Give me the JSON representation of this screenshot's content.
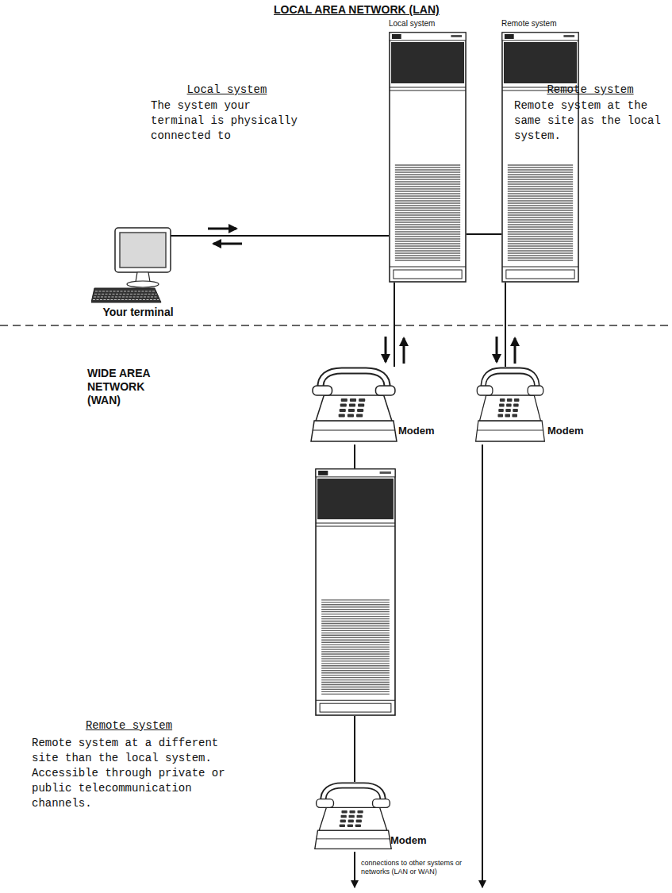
{
  "diagram": {
    "title": "LOCAL AREA NETWORK (LAN)",
    "nodes": [
      {
        "text": [
          "Local system"
        ]
      },
      {
        "text": [
          "Remote system"
        ]
      },
      {
        "text": [
          "Your terminal"
        ]
      },
      {
        "text": [
          "Modem"
        ]
      },
      {
        "text": [
          "Modem"
        ]
      },
      {
        "text": [
          "Remote system",
          "Remote system at a different site than the local system. Accessible through private or public telecommunication channels."
        ]
      },
      {
        "text": [
          "Modem"
        ]
      }
    ],
    "edges": [
      {
        "from": 2,
        "to": 0,
        "arrow": "none"
      },
      {
        "from": 0,
        "to": 1,
        "arrow": "none"
      },
      {
        "from": 0,
        "to": 3,
        "arrow": "none"
      },
      {
        "from": 1,
        "to": 4,
        "arrow": "none"
      },
      {
        "from": 3,
        "to": 5,
        "arrow": "none"
      },
      {
        "from": 5,
        "to": 6,
        "arrow": "none"
      }
    ],
    "labels": [
      "Local system",
      "The system your terminal is physically connected to",
      "Remote system",
      "Remote system at the same site as the local system.",
      "WIDE AREA NETWORK (WAN)",
      "connections to other systems or networks (LAN or WAN)"
    ]
  }
}
